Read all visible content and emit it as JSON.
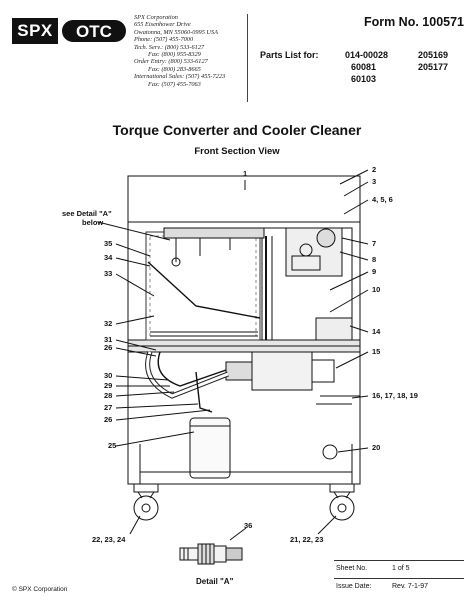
{
  "header": {
    "spx_logo": "SPX",
    "otc_logo": "OTC",
    "address_lines": [
      "SPX Corporation",
      "655 Eisenhower Drive",
      "Owatonna, MN  55060-0995  USA",
      "Phone: (507) 455-7000",
      "Tech. Serv.: (800) 533-6127",
      "Fax: (800) 955-8329",
      "Order Entry: (800) 533-6127",
      "Fax: (800) 283-8665",
      "International Sales: (507) 455-7223",
      "Fax: (507) 455-7063"
    ],
    "form_number": "Form No. 100571",
    "parts_list_label": "Parts List for:",
    "part_numbers": [
      "014-00028",
      "205169",
      "60081",
      "205177",
      "60103"
    ]
  },
  "title": "Torque Converter and Cooler Cleaner",
  "subtitle": "Front Section View",
  "callouts": {
    "c1": "1",
    "c2": "2",
    "c3": "3",
    "c456": "4, 5, 6",
    "see_detail": "see Detail \"A\"",
    "below": "below",
    "c7": "7",
    "c8": "8",
    "c9": "9",
    "c10": "10",
    "c35": "35",
    "c34": "34",
    "c33": "33",
    "c32": "32",
    "c31": "31",
    "c26a": "26",
    "c14": "14",
    "c15": "15",
    "c30": "30",
    "c29": "29",
    "c28": "28",
    "c27": "27",
    "c26b": "26",
    "c16_19": "16, 17, 18, 19",
    "c25": "25",
    "c20": "20",
    "c22_24": "22, 23, 24",
    "c21_23": "21, 22, 23",
    "c36": "36"
  },
  "detail_caption": "Detail \"A\"",
  "footer": {
    "sheet_label": "Sheet No.",
    "sheet_value": "1 of 5",
    "issue_label": "Issue Date:",
    "issue_value": "Rev. 7-1-97",
    "copyright": "© SPX Corporation"
  }
}
